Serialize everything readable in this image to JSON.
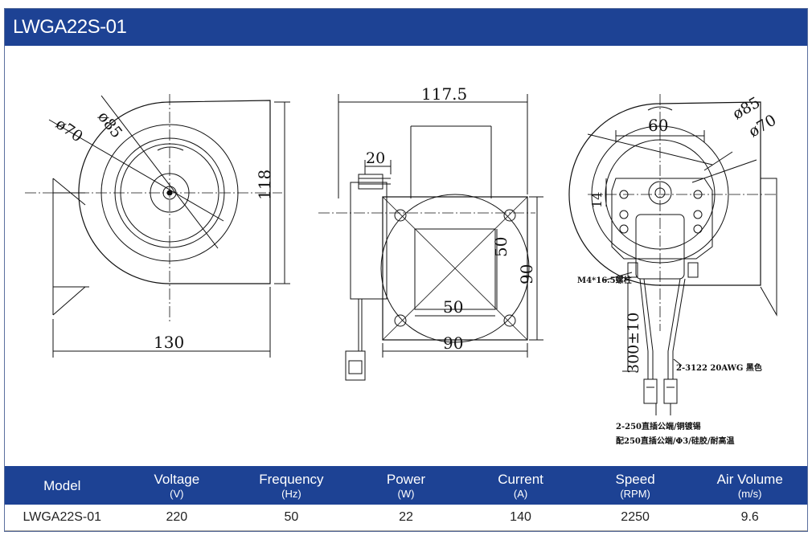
{
  "header": {
    "title": "LWGA22S-01"
  },
  "drawing": {
    "front": {
      "d85": "ø85",
      "d70": "ø70",
      "height": "118",
      "width": "130"
    },
    "side": {
      "overall": "117.5",
      "motor": "20",
      "inner_h": "50",
      "inner_w": "50",
      "outer_h": "90",
      "outer_w": "90"
    },
    "back": {
      "d60": "60",
      "d85": "ø85",
      "d70": "ø70",
      "d14": "14",
      "stud": "M4*16.5螺柱",
      "lead": "300±10",
      "wire": "2-3122 20AWG 黑色",
      "terminal1": "2-250直插公端/铜镀锡",
      "terminal2": "配250直插公端/Φ3/硅胶/耐高温"
    }
  },
  "table": {
    "headers": [
      {
        "label": "Model",
        "unit": ""
      },
      {
        "label": "Voltage",
        "unit": "(V)"
      },
      {
        "label": "Frequency",
        "unit": "(Hz)"
      },
      {
        "label": "Power",
        "unit": "(W)"
      },
      {
        "label": "Current",
        "unit": "(A)"
      },
      {
        "label": "Speed",
        "unit": "(RPM)"
      },
      {
        "label": "Air Volume",
        "unit": "(m/s)"
      }
    ],
    "row": [
      "LWGA22S-01",
      "220",
      "50",
      "22",
      "140",
      "2250",
      "9.6"
    ]
  },
  "colors": {
    "brand": "#1d4294",
    "line": "#111111"
  }
}
